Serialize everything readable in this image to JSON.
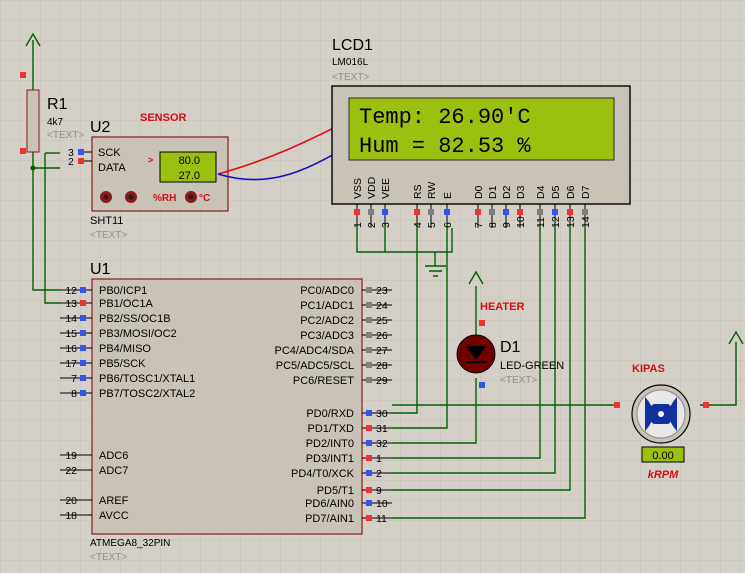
{
  "colors": {
    "background": "#d4d0c8",
    "grid": "#c2beb6",
    "wire": "#006000",
    "component_fill": "#c9c2b6",
    "component_border": "#8b1a1a",
    "lcd_screen": "#9cc010",
    "sensor_screen": "#9cc010",
    "annotation_red": "#d01010",
    "sensor_arrow_red": "#e01010",
    "sensor_arrow_blue": "#1010c0",
    "pin_red": "#ee3333",
    "pin_blue": "#3355ee",
    "pin_gray": "#808080"
  },
  "resistor": {
    "ref": "R1",
    "value": "4k7",
    "text_placeholder": "<TEXT>"
  },
  "sensor": {
    "ref": "U2",
    "annotation": "SENSOR",
    "model": "SHT11",
    "text_placeholder": "<TEXT>",
    "pin_sck": "SCK",
    "pin_data": "DATA",
    "pin_num_sck": "3",
    "pin_num_data": "2",
    "reading_hum": "80.0",
    "reading_temp": "27.0",
    "btn_label_rh": "%RH",
    "btn_label_c": "°C",
    "arrow_glyph": ">"
  },
  "lcd": {
    "ref": "LCD1",
    "model": "LM016L",
    "text_placeholder": "<TEXT>",
    "line1": "Temp: 26.90'C",
    "line2": "Hum = 82.53 %",
    "pins": [
      {
        "label": "VSS",
        "num": "1"
      },
      {
        "label": "VDD",
        "num": "2"
      },
      {
        "label": "VEE",
        "num": "3"
      },
      {
        "label": "RS",
        "num": "4"
      },
      {
        "label": "RW",
        "num": "5"
      },
      {
        "label": "E",
        "num": "6"
      },
      {
        "label": "D0",
        "num": "7"
      },
      {
        "label": "D1",
        "num": "8"
      },
      {
        "label": "D2",
        "num": "9"
      },
      {
        "label": "D3",
        "num": "10"
      },
      {
        "label": "D4",
        "num": "11"
      },
      {
        "label": "D5",
        "num": "12"
      },
      {
        "label": "D6",
        "num": "13"
      },
      {
        "label": "D7",
        "num": "14"
      }
    ]
  },
  "mcu": {
    "ref": "U1",
    "model": "ATMEGA8_32PIN",
    "text_placeholder": "<TEXT>",
    "left_pins": [
      {
        "num": "12",
        "label": "PB0/ICP1"
      },
      {
        "num": "13",
        "label": "PB1/OC1A"
      },
      {
        "num": "14",
        "label": "PB2/SS/OC1B"
      },
      {
        "num": "15",
        "label": "PB3/MOSI/OC2"
      },
      {
        "num": "16",
        "label": "PB4/MISO"
      },
      {
        "num": "17",
        "label": "PB5/SCK"
      },
      {
        "num": "7",
        "label": "PB6/TOSC1/XTAL1"
      },
      {
        "num": "8",
        "label": "PB7/TOSC2/XTAL2"
      },
      {
        "num": "19",
        "label": "ADC6"
      },
      {
        "num": "22",
        "label": "ADC7"
      },
      {
        "num": "20",
        "label": "AREF"
      },
      {
        "num": "18",
        "label": "AVCC"
      }
    ],
    "right_pins": [
      {
        "num": "23",
        "label": "PC0/ADC0"
      },
      {
        "num": "24",
        "label": "PC1/ADC1"
      },
      {
        "num": "25",
        "label": "PC2/ADC2"
      },
      {
        "num": "26",
        "label": "PC3/ADC3"
      },
      {
        "num": "27",
        "label": "PC4/ADC4/SDA"
      },
      {
        "num": "28",
        "label": "PC5/ADC5/SCL"
      },
      {
        "num": "29",
        "label": "PC6/RESET"
      },
      {
        "num": "30",
        "label": "PD0/RXD"
      },
      {
        "num": "31",
        "label": "PD1/TXD"
      },
      {
        "num": "32",
        "label": "PD2/INT0"
      },
      {
        "num": "1",
        "label": "PD3/INT1"
      },
      {
        "num": "2",
        "label": "PD4/T0/XCK"
      },
      {
        "num": "9",
        "label": "PD5/T1"
      },
      {
        "num": "10",
        "label": "PD6/AIN0"
      },
      {
        "num": "11",
        "label": "PD7/AIN1"
      }
    ]
  },
  "led": {
    "ref": "D1",
    "model": "LED-GREEN",
    "annotation": "HEATER",
    "text_placeholder": "<TEXT>"
  },
  "motor": {
    "annotation": "KIPAS",
    "readout": "0.00",
    "unit": "kRPM"
  },
  "icons": [
    "power-terminal-icon",
    "ground-icon",
    "led-icon",
    "motor-icon"
  ]
}
